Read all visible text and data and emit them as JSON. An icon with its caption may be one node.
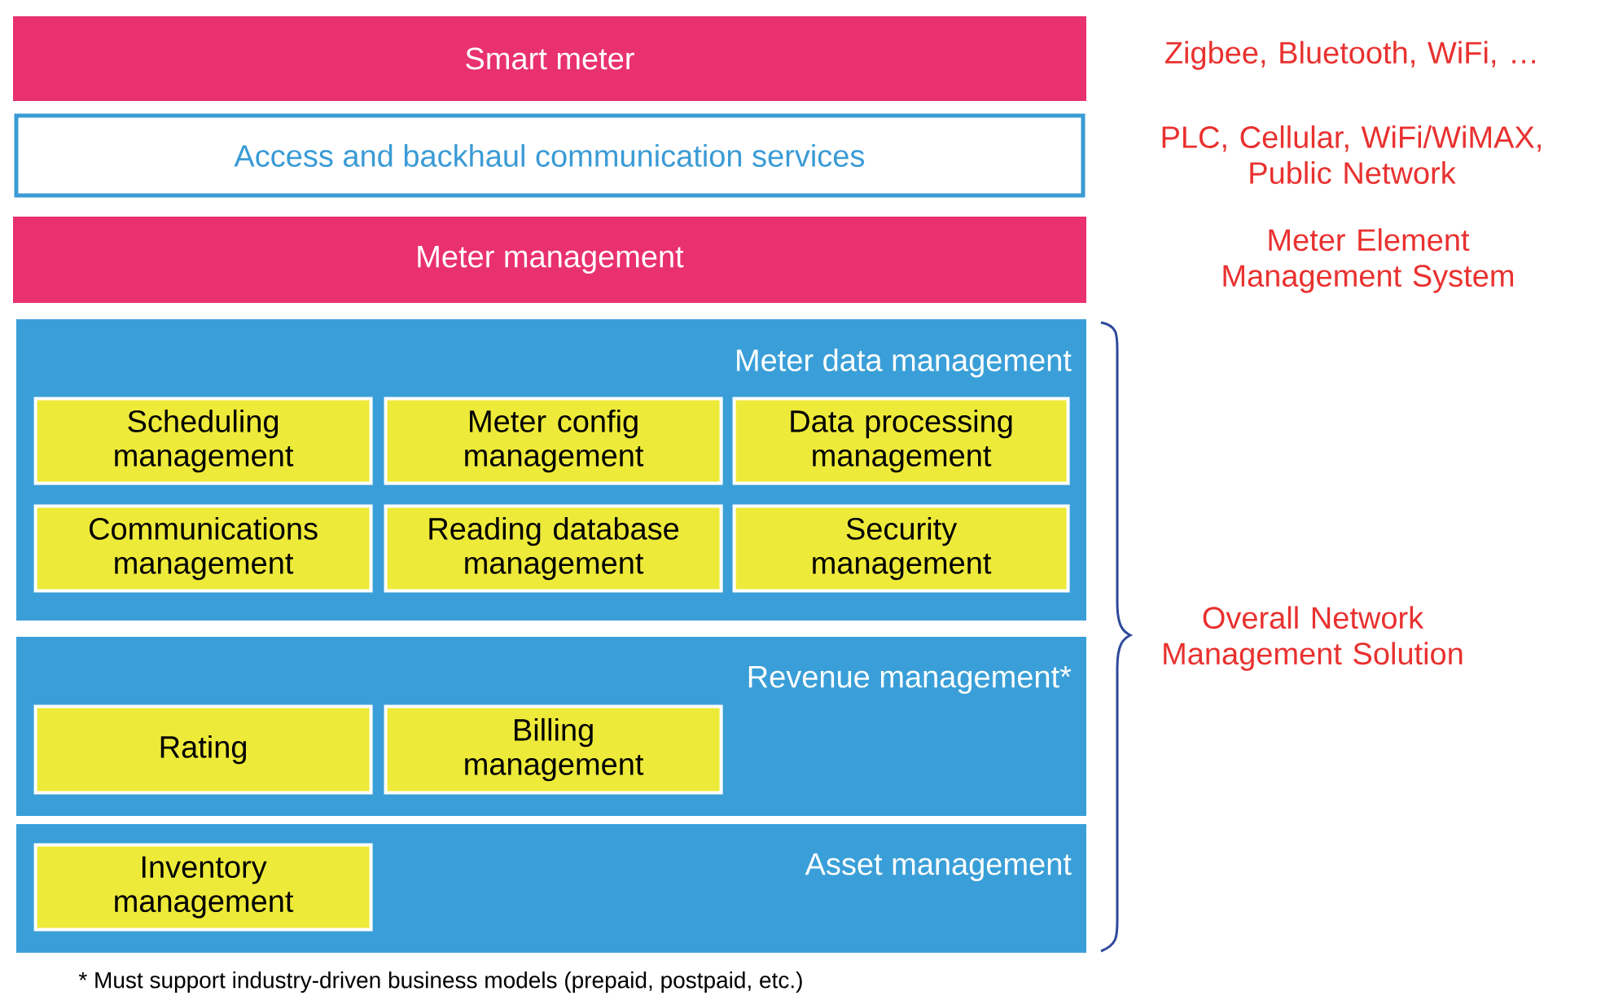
{
  "diagram": {
    "nodes": [
      {
        "text": [
          "Smart meter"
        ],
        "beside": [
          "Zigbee, Bluetooth, WiFi, …"
        ]
      },
      {
        "text": [
          "Access and backhaul communication services"
        ],
        "beside": [
          "PLC, Cellular, WiFi/WiMAX, Public Network"
        ]
      },
      {
        "text": [
          "Meter management"
        ]
      },
      {
        "text": [
          "Meter data management"
        ]
      },
      {
        "text": [
          "Scheduling management"
        ],
        "in": 3
      },
      {
        "text": [
          "Meter config management"
        ],
        "in": 3
      },
      {
        "text": [
          "Data processing management"
        ],
        "in": 3
      },
      {
        "text": [
          "Communications management"
        ],
        "in": 3
      },
      {
        "text": [
          "Reading database management"
        ],
        "in": 3
      },
      {
        "text": [
          "Security management"
        ],
        "in": 3
      },
      {
        "text": [
          "Revenue management*"
        ]
      },
      {
        "text": [
          "Rating"
        ],
        "in": 10
      },
      {
        "text": [
          "Billing management"
        ],
        "in": 10
      },
      {
        "text": [
          "Asset management"
        ]
      },
      {
        "text": [
          "Inventory management"
        ],
        "in": 13
      }
    ],
    "labels": [
      "Meter Element Management System",
      "Overall Network Management Solution",
      "* Must support industry-driven business models (prepaid, postpaid, etc.)"
    ]
  }
}
